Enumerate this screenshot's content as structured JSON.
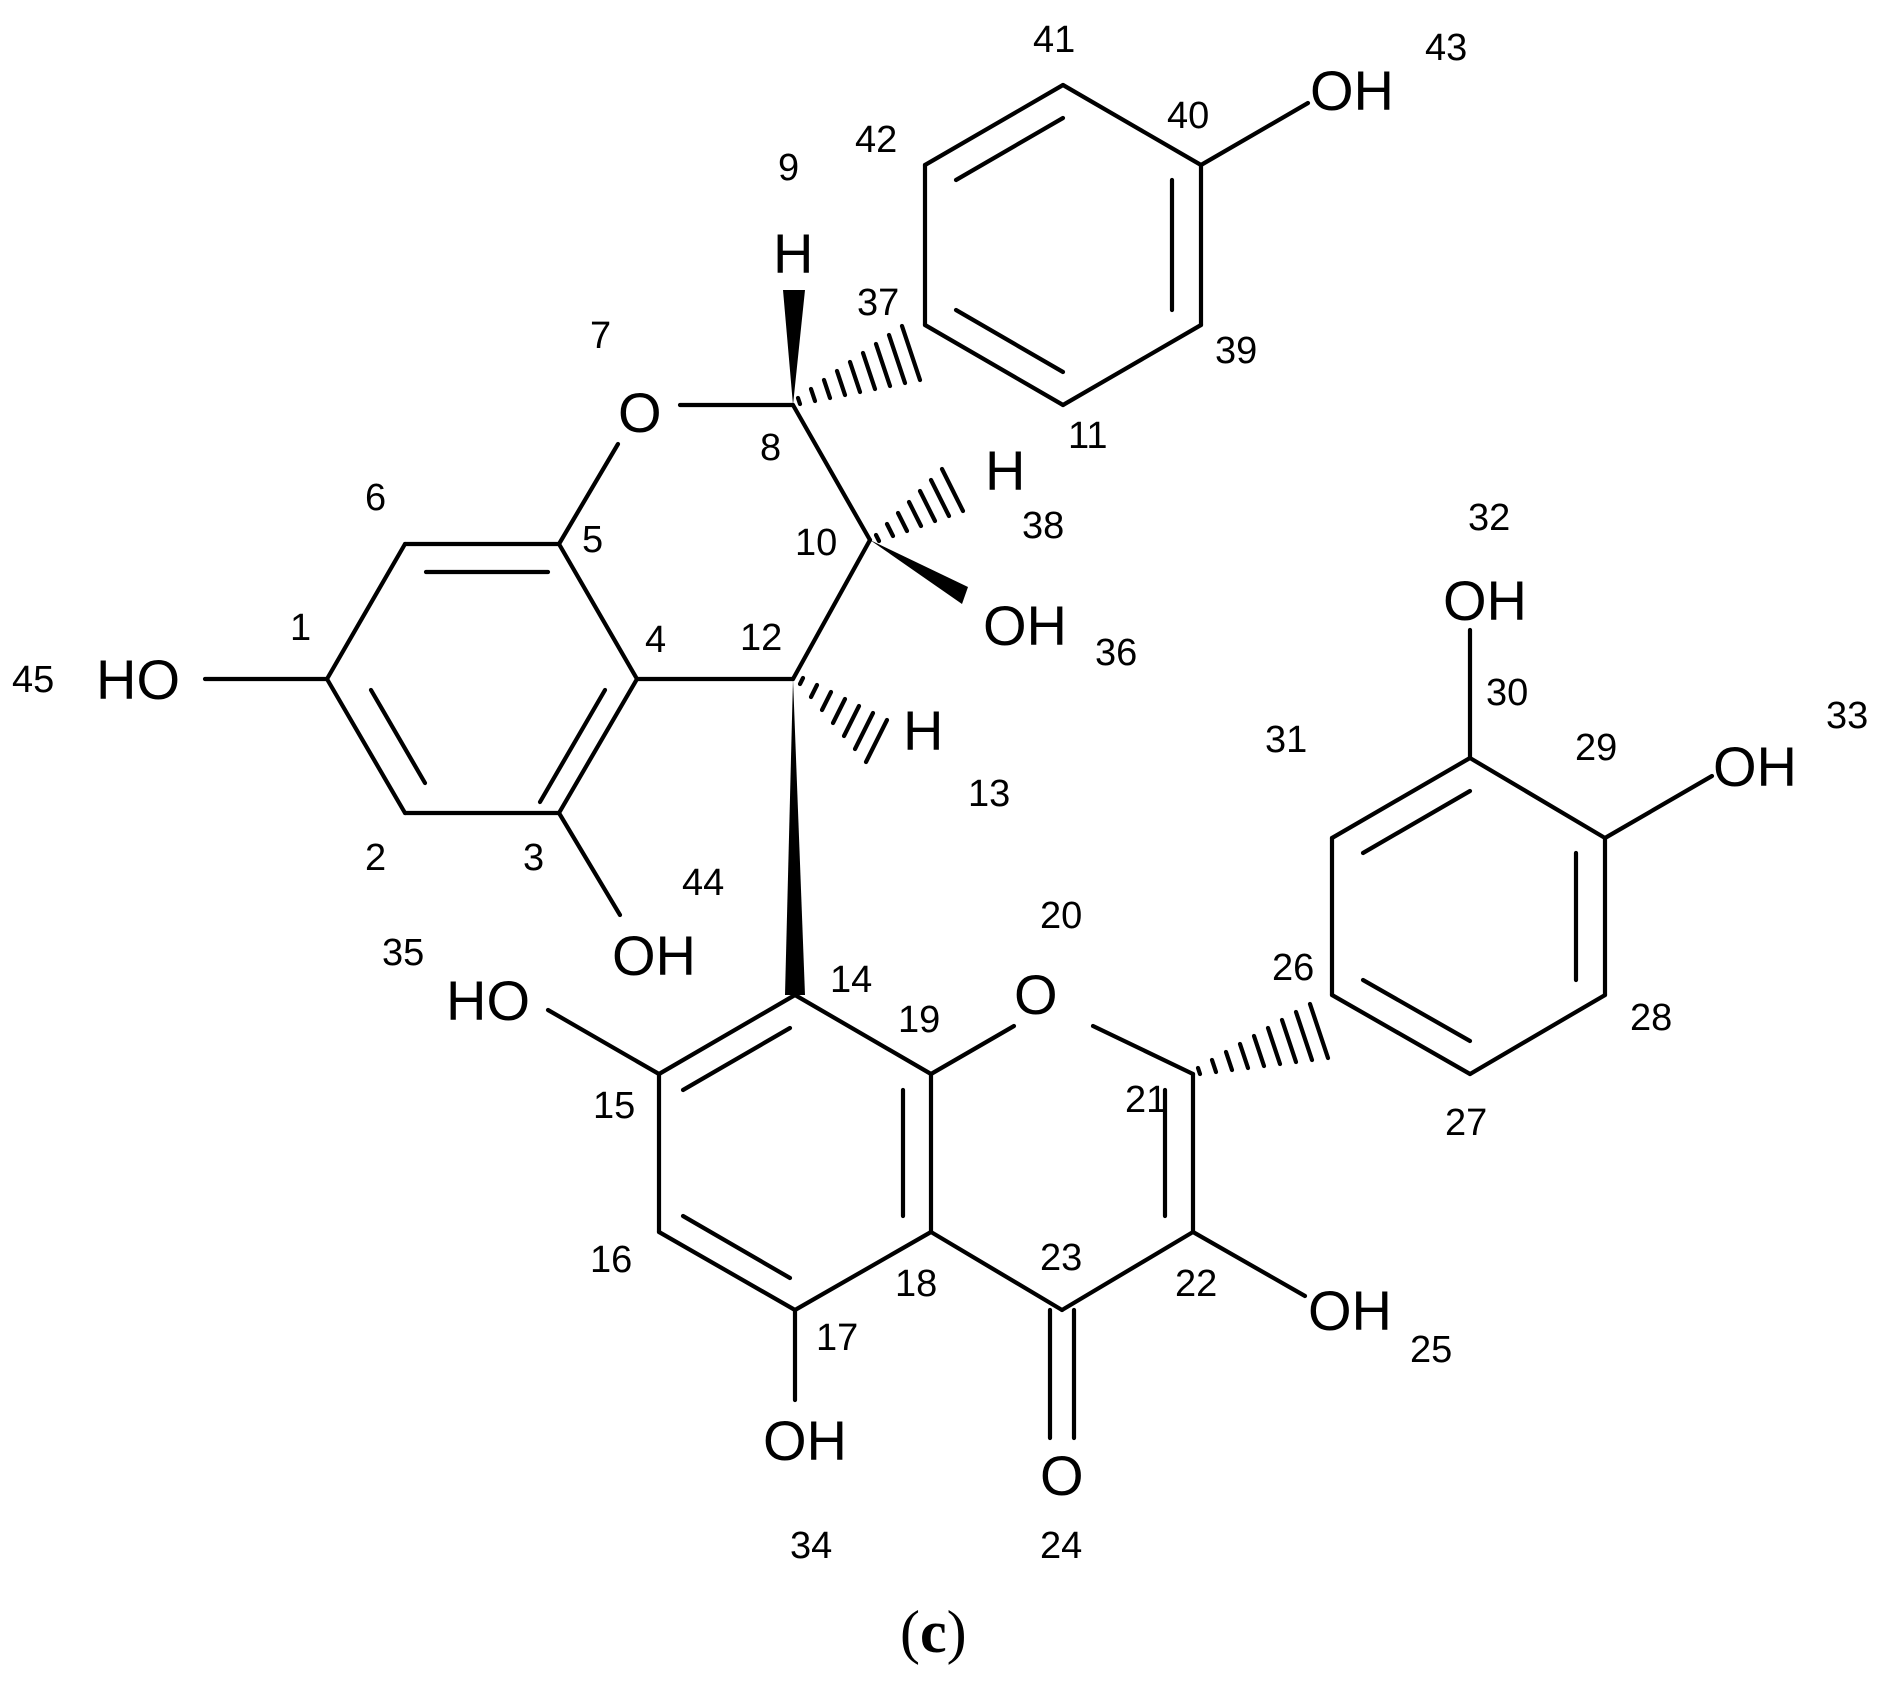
{
  "atom_labels": {
    "o7": "O",
    "o20": "O",
    "o24": "O",
    "h9": "H",
    "h38": "H",
    "h13": "H",
    "oh43": "OH",
    "oh45": "HO",
    "oh36": "OH",
    "oh44": "OH",
    "oh35": "HO",
    "oh32": "OH",
    "oh33": "OH",
    "oh25": "OH",
    "oh34": "OH"
  },
  "atom_numbers": {
    "n1": "1",
    "n2": "2",
    "n3": "3",
    "n4": "4",
    "n5": "5",
    "n6": "6",
    "n7": "7",
    "n8": "8",
    "n9": "9",
    "n10": "10",
    "n11": "11",
    "n12": "12",
    "n13": "13",
    "n14": "14",
    "n15": "15",
    "n16": "16",
    "n17": "17",
    "n18": "18",
    "n19": "19",
    "n20": "20",
    "n21": "21",
    "n22": "22",
    "n23": "23",
    "n24": "24",
    "n25": "25",
    "n26": "26",
    "n27": "27",
    "n28": "28",
    "n29": "29",
    "n30": "30",
    "n31": "31",
    "n32": "32",
    "n33": "33",
    "n34": "34",
    "n35": "35",
    "n36": "36",
    "n37": "37",
    "n38": "38",
    "n39": "39",
    "n40": "40",
    "n41": "41",
    "n42": "42",
    "n43": "43",
    "n44": "44",
    "n45": "45"
  },
  "caption": {
    "open": "(",
    "letter": "c",
    "close": ")"
  }
}
